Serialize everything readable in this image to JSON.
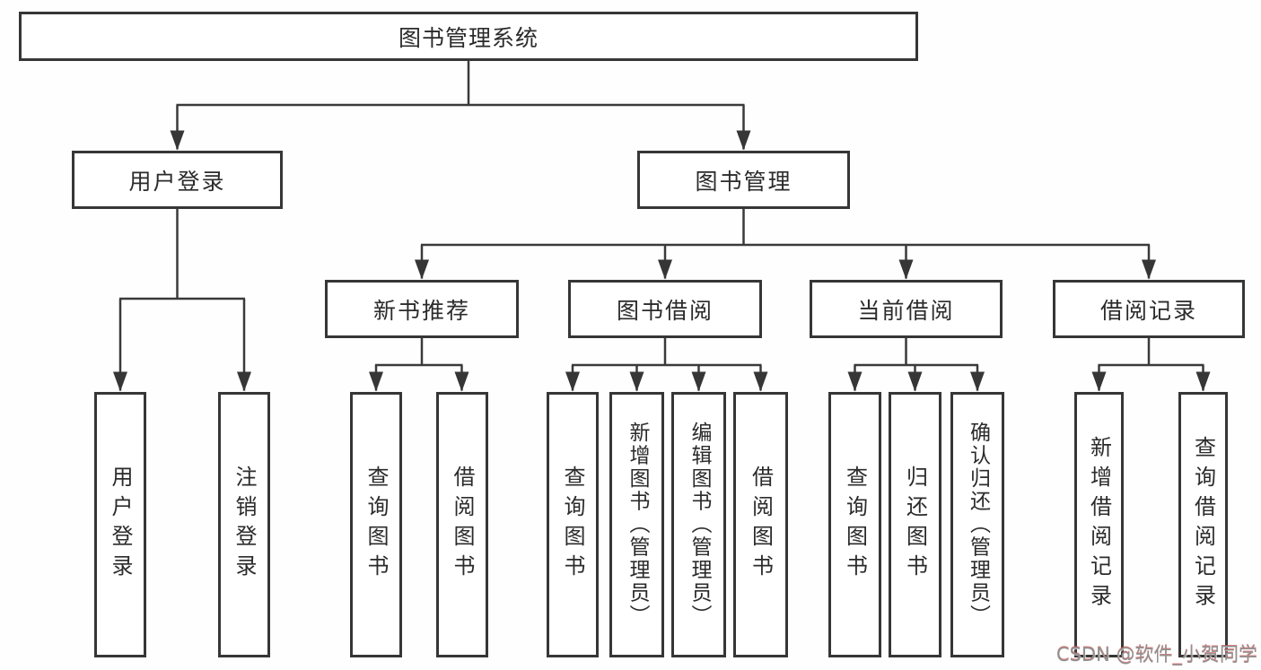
{
  "diagram": {
    "root": {
      "label": "图书管理系统"
    },
    "branches": [
      {
        "label": "用户登录",
        "children_labels": [
          "用户登录",
          "注销登录"
        ]
      },
      {
        "label": "图书管理",
        "children": [
          {
            "label": "新书推荐",
            "leaves": [
              "查询图书",
              "借阅图书"
            ]
          },
          {
            "label": "图书借阅",
            "leaves": [
              "查询图书",
              "新增图书（管理员）",
              "编辑图书（管理员）",
              "借阅图书"
            ]
          },
          {
            "label": "当前借阅",
            "leaves": [
              "查询图书",
              "归还图书",
              "确认归还（管理员）"
            ]
          },
          {
            "label": "借阅记录",
            "leaves": [
              "新增借阅记录",
              "查询借阅记录"
            ]
          }
        ]
      }
    ]
  },
  "watermark": {
    "text": "CSDN @软件_小贺同学"
  },
  "colors": {
    "line": "#3a3a3a",
    "box_border": "#363636",
    "text": "#2b2b2b",
    "background": "#ffffff",
    "watermark_gray": "#919191",
    "watermark_red": "#cd5050"
  }
}
